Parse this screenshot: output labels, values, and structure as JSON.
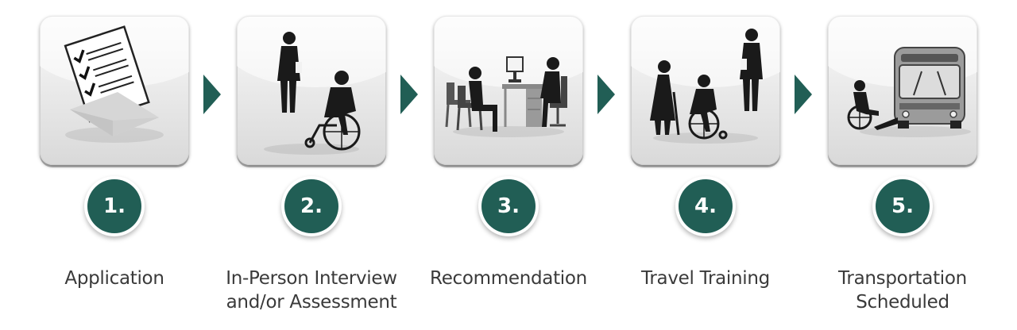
{
  "colors": {
    "accent": "#215e55",
    "tile_light": "#fafafa",
    "tile_dark": "#d9d9d9",
    "silhouette": "#1a1a1a",
    "label_text": "#3a3a3a"
  },
  "steps": [
    {
      "number": "1.",
      "label_lines": [
        "Application"
      ],
      "icon": "application-envelope-checklist-icon"
    },
    {
      "number": "2.",
      "label_lines": [
        "In-Person Interview",
        "and/or Assessment"
      ],
      "icon": "interview-wheelchair-user-icon"
    },
    {
      "number": "3.",
      "label_lines": [
        "Recommendation"
      ],
      "icon": "recommendation-office-meeting-icon"
    },
    {
      "number": "4.",
      "label_lines": [
        "Travel Training"
      ],
      "icon": "travel-training-people-icon"
    },
    {
      "number": "5.",
      "label_lines": [
        "Transportation",
        "Scheduled"
      ],
      "icon": "transportation-bus-ramp-icon"
    }
  ]
}
